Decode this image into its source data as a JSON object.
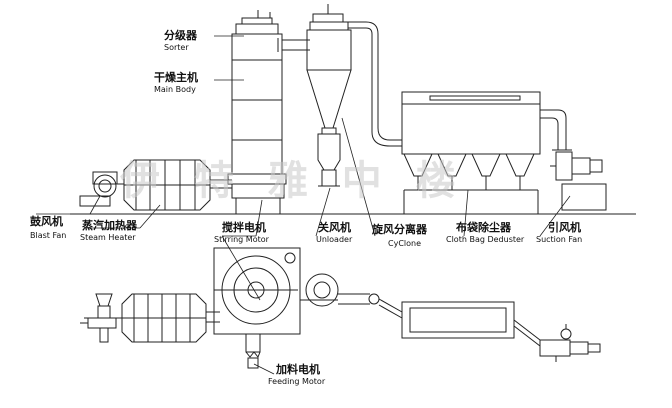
{
  "labels": {
    "sorter": {
      "zh": "分级器",
      "en": "Sorter"
    },
    "main_body": {
      "zh": "干燥主机",
      "en": "Main Body"
    },
    "blast_fan": {
      "zh": "鼓风机",
      "en": "Blast Fan"
    },
    "steam_heater": {
      "zh": "蒸汽加热器",
      "en": "Steam Heater"
    },
    "stirring_motor": {
      "zh": "搅拌电机",
      "en": "Stirring Motor"
    },
    "unloader": {
      "zh": "关风机",
      "en": "Unloader"
    },
    "cyclone": {
      "zh": "旋风分离器",
      "en": "CyClone"
    },
    "bag_deduster": {
      "zh": "布袋除尘器",
      "en": "Cloth Bag Deduster"
    },
    "suction_fan": {
      "zh": "引风机",
      "en": "Suction Fan"
    },
    "feeding_motor": {
      "zh": "加料电机",
      "en": "Feeding Motor"
    }
  },
  "watermark": "伊 特 雅 中 楼",
  "colors": {
    "line": "#222222",
    "fill": "#ffffff",
    "watermark": "#c9c9c9"
  }
}
